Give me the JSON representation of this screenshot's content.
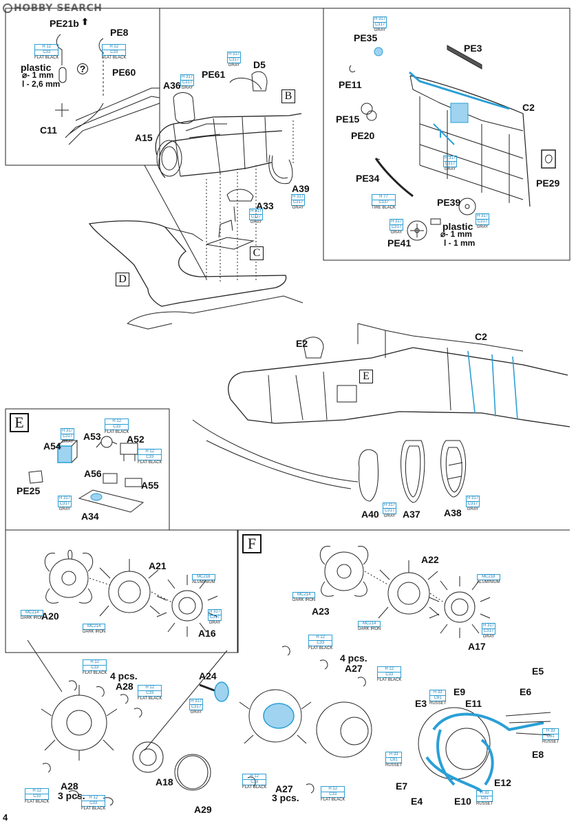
{
  "watermark": {
    "brand": "HOBBY SEARCH"
  },
  "page_number": "4",
  "sections": {
    "B": "B",
    "C": "C",
    "D": "D",
    "E": "E",
    "F": "F"
  },
  "labels": {
    "PE21b": "PE21b",
    "PE8": "PE8",
    "PE60": "PE60",
    "C11": "C11",
    "A15": "A15",
    "A36": "A36",
    "PE61": "PE61",
    "D5": "D5",
    "A39": "A39",
    "A33": "A33",
    "PE35": "PE35",
    "PE3": "PE3",
    "PE11": "PE11",
    "C2": "C2",
    "PE15": "PE15",
    "PE20": "PE20",
    "PE34": "PE34",
    "PE29": "PE29",
    "PE39": "PE39",
    "PE41": "PE41",
    "E2": "E2",
    "C2b": "C2",
    "A54": "A54",
    "A53": "A53",
    "A52": "A52",
    "A56": "A56",
    "A55": "A55",
    "PE25": "PE25",
    "A34": "A34",
    "A40": "A40",
    "A37": "A37",
    "A38": "A38",
    "A21": "A21",
    "A20": "A20",
    "A16": "A16",
    "A22": "A22",
    "A23": "A23",
    "A17": "A17",
    "A28": "A28",
    "A28b": "A28",
    "A18": "A18",
    "A29": "A29",
    "A24": "A24",
    "A27": "A27",
    "A27b": "A27",
    "E5": "E5",
    "E6": "E6",
    "E9": "E9",
    "E3": "E3",
    "E11": "E11",
    "E8": "E8",
    "E7": "E7",
    "E12": "E12",
    "E4": "E4",
    "E10": "E10"
  },
  "notes": {
    "plastic1": "plastic",
    "plastic1_d": "- 1 mm",
    "plastic1_l": "l - 2,6 mm",
    "plastic2": "plastic",
    "plastic2_d": "- 1 mm",
    "plastic2_l": "l - 1 mm",
    "qty_4pcs_a": "4 pcs.",
    "qty_4pcs_b": "4 pcs.",
    "qty_3pcs_a": "3 pcs.",
    "qty_3pcs_b": "3 pcs.",
    "question": "?"
  },
  "paints": {
    "flat_black": {
      "h": "H 12",
      "c": "C33",
      "n": "FLAT BLACK"
    },
    "gray": {
      "h": "H 317",
      "c": "C317",
      "n": "GRAY"
    },
    "tire_black": {
      "h": "H 77",
      "c": "C137",
      "n": "TIRE BLACK"
    },
    "aluminium": {
      "h": "MC218",
      "n": "ALUMINIUM"
    },
    "dark_iron": {
      "h": "MC214",
      "n": "DARK IRON"
    },
    "russet": {
      "h": "H 33",
      "c": "C81",
      "n": "RUSSET"
    }
  },
  "colors": {
    "highlight": "#9fd3f0",
    "callout": "#2a9fd6"
  }
}
